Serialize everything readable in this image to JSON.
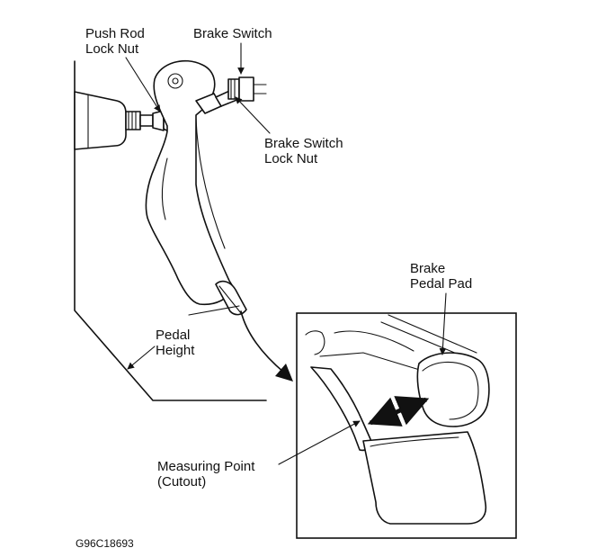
{
  "labels": {
    "push_rod_line1": "Push Rod",
    "push_rod_line2": "Lock Nut",
    "brake_switch": "Brake Switch",
    "switch_lock_line1": "Brake Switch",
    "switch_lock_line2": "Lock Nut",
    "pad_line1": "Brake",
    "pad_line2": "Pedal Pad",
    "height_line1": "Pedal",
    "height_line2": "Height",
    "measure_line1": "Measuring Point",
    "measure_line2": "(Cutout)",
    "figure_code": "G96C18693"
  }
}
